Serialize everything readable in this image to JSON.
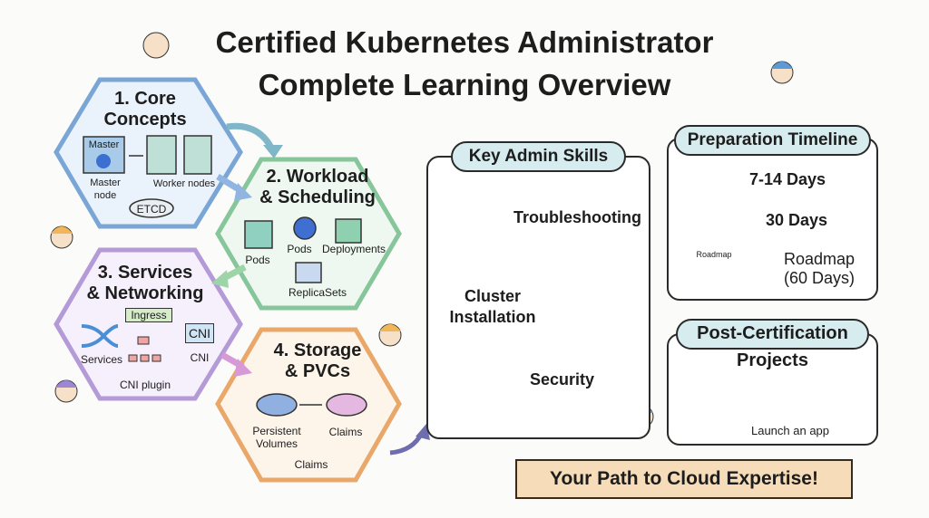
{
  "title": {
    "line1": "Certified Kubernetes Administrator",
    "line2": "Complete Learning Overview"
  },
  "modules": [
    {
      "title_line1": "1. Core",
      "title_line2": "Concepts",
      "color": "#7aa6d6",
      "labels": {
        "master_box": "Master",
        "master_node": "Master node",
        "worker_nodes": "Worker nodes",
        "etcd": "ETCD"
      }
    },
    {
      "title_line1": "2. Workload",
      "title_line2": "& Scheduling",
      "color": "#86c69a",
      "labels": {
        "pods1": "Pods",
        "pods2": "Pods",
        "deployments": "Deployments",
        "replicasets": "ReplicaSets"
      }
    },
    {
      "title_line1": "3. Services",
      "title_line2": "& Networking",
      "color": "#b49ad6",
      "labels": {
        "ingress": "Ingress",
        "cni_box": "CNI",
        "services": "Services",
        "cni": "CNI",
        "cni_plugin": "CNI plugin"
      }
    },
    {
      "title_line1": "4. Storage",
      "title_line2": "& PVCs",
      "color": "#e9a86a",
      "labels": {
        "pv_line1": "Persistent",
        "pv_line2": "Volumes",
        "claims1": "Claims",
        "claims2": "Claims"
      }
    }
  ],
  "skills": {
    "header": "Key Admin Skills",
    "items": [
      {
        "label": "Troubleshooting",
        "icon": "wrench-gear-icon"
      },
      {
        "label_line1": "Cluster",
        "label_line2": "Installation",
        "icon": "cubes-icon"
      },
      {
        "label": "Security",
        "icon": "padlock-icon"
      }
    ]
  },
  "timeline": {
    "header": "Preparation Timeline",
    "items": [
      {
        "label": "7-14 Days",
        "icon": "clock-icon"
      },
      {
        "label": "30 Days",
        "icon": "calendar-icon"
      },
      {
        "label_line1": "Roadmap",
        "label_line2": "(60 Days)",
        "icon_text": "Roadmap",
        "icon": "roadmap-icon"
      }
    ]
  },
  "projects": {
    "header_line1": "Post-Certification",
    "header_line2": "Projects",
    "item": "Launch an app"
  },
  "banner": "Your Path to Cloud Expertise!"
}
